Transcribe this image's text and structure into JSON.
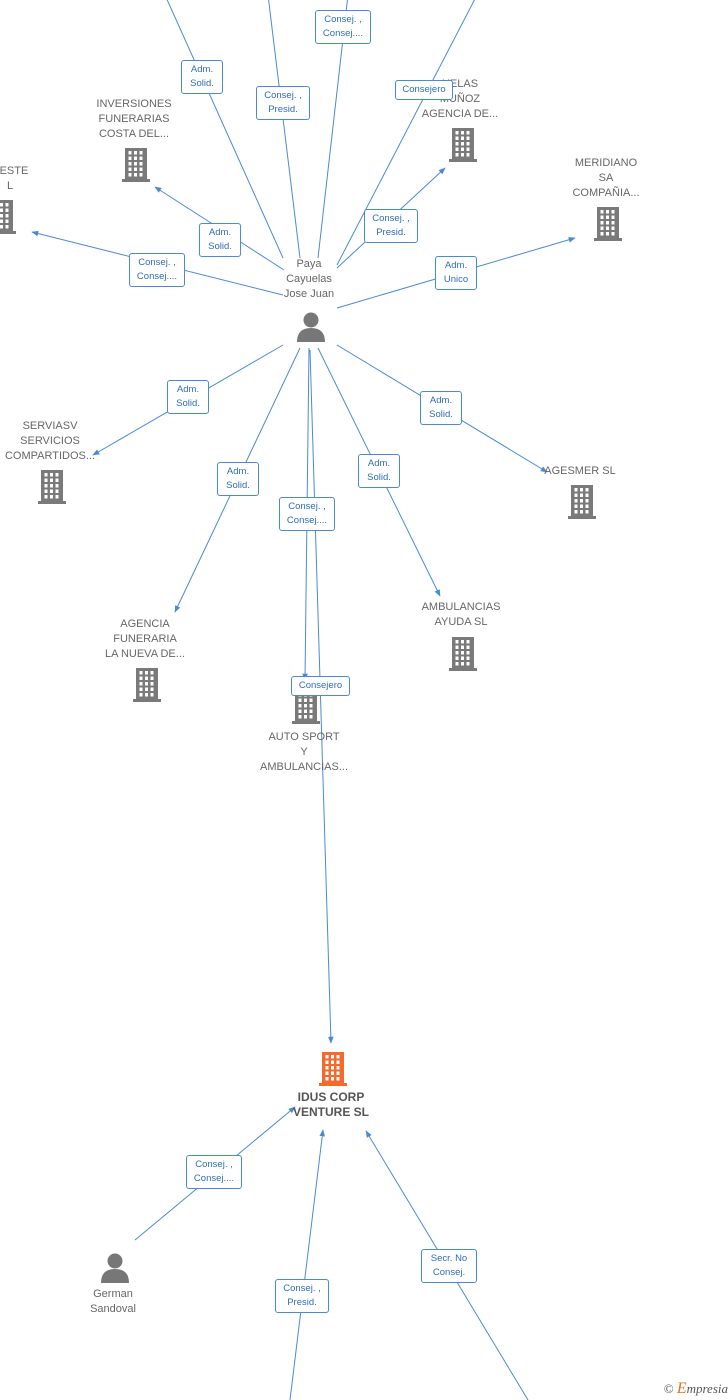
{
  "colors": {
    "edge": "#4a8ad4",
    "company_icon": "#7a7a7a",
    "main_company_icon": "#f26a2e",
    "person_icon": "#777777",
    "label_text": "#666666",
    "role_border": "#4a8ad4",
    "role_text": "#2f6cb8"
  },
  "nodes": {
    "paya": {
      "label": "Paya\nCayuelas\nJose Juan",
      "type": "person"
    },
    "german": {
      "label": "German\nSandoval",
      "type": "person"
    },
    "idus": {
      "label": "IDUS CORP\nVENTURE  SL",
      "type": "main-company"
    },
    "inversiones": {
      "label": "INVERSIONES\nFUNERARIAS\nCOSTA DEL...",
      "type": "company"
    },
    "reste": {
      "label": "RESTE\nL",
      "type": "company"
    },
    "cuelas": {
      "label": "UELAS\nMUÑOZ\nAGENCIA DE...",
      "type": "company"
    },
    "meridiano": {
      "label": "MERIDIANO\nSA\nCOMPAÑIA...",
      "type": "company"
    },
    "serviasv": {
      "label": "SERVIASV\nSERVICIOS\nCOMPARTIDOS...",
      "type": "company"
    },
    "agesmer": {
      "label": "AGESMER SL",
      "type": "company"
    },
    "agencia": {
      "label": "AGENCIA\nFUNERARIA\nLA NUEVA DE...",
      "type": "company"
    },
    "ambulancias": {
      "label": "AMBULANCIAS\nAYUDA  SL",
      "type": "company"
    },
    "autosport": {
      "label": "AUTO SPORT\nY\nAMBULANCIAS...",
      "type": "company"
    }
  },
  "roles": {
    "r_top1": "Adm.\nSolid.",
    "r_top2": "Consej. ,\nPresid.",
    "r_top3": "Consej. ,\nConsej....",
    "r_cuelas": "Consejero",
    "r_inversiones": "Adm.\nSolid.",
    "r_reste": "Consej. ,\nConsej....",
    "r_presid2": "Consej. ,\nPresid.",
    "r_meridiano": "Adm.\nUnico",
    "r_serviasv": "Adm.\nSolid.",
    "r_agesmer": "Adm.\nSolid.",
    "r_agencia": "Adm.\nSolid.",
    "r_ambulancias": "Adm.\nSolid.",
    "r_autosport": "Consej. ,\nConsej....",
    "r_consejero_idus": "Consejero",
    "r_german": "Consej. ,\nConsej....",
    "r_bottom1": "Consej. ,\nPresid.",
    "r_secr": "Secr.  No\nConsej."
  },
  "watermark": {
    "symbol": "©",
    "brand_initial": "E",
    "brand_rest": "mpresia"
  }
}
